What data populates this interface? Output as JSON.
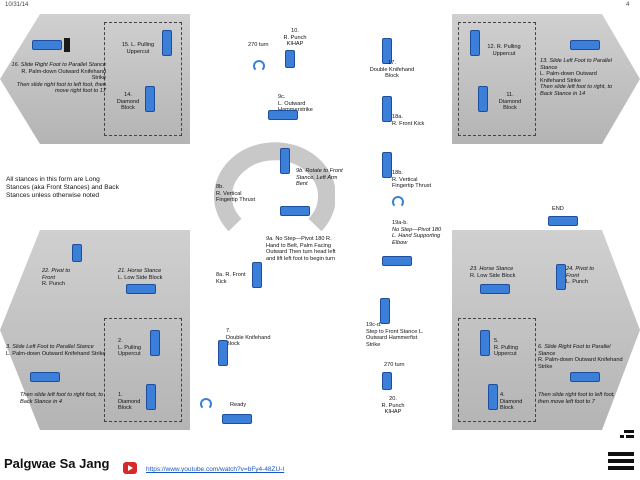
{
  "header": {
    "date": "10/31/14",
    "page_number": "4"
  },
  "title": "Palgwae Sa Jang",
  "video_url": "https://www.youtube.com/watch?v=bFy4-48ZU-I",
  "note": "All stances in this form are Long Stances (aka Front Stances) and Back Stances unless otherwise noted",
  "steps": {
    "s10": {
      "num": "10.",
      "desc": "R. Punch",
      "extra": "KIHAP"
    },
    "s10_turn": "270 turn",
    "s9c": {
      "num": "9c.",
      "desc": "L. Outward Hammerstrike"
    },
    "s9b": {
      "num": "9b.",
      "desc": "Rotate to Front Stance, Left Arm Bent"
    },
    "s9a": {
      "num": "9a.",
      "desc": "No Step—Pivot 180 R. Hand to Belt, Palm Facing Outward Then turn head left and lift left foot to begin turn"
    },
    "s8b": {
      "num": "8b.",
      "desc": "R. Vertical Fingertip Thrust"
    },
    "s8a": {
      "num": "8a.",
      "desc": "R. Front Kick"
    },
    "s7": {
      "num": "7.",
      "desc": "Double Knifehand Block"
    },
    "ready": "Ready",
    "s17": {
      "num": "17.",
      "desc": "Double Knifehand Block"
    },
    "s18a": {
      "num": "18a.",
      "desc": "R. Front Kick"
    },
    "s18b": {
      "num": "18b.",
      "desc": "R. Vertical Fingertip Thrust"
    },
    "s19ab": {
      "num": "19a-b.",
      "desc": "No Step—Pivot 180 L. Hand Supporting Elbow"
    },
    "s19cd": {
      "num": "19c-d.",
      "desc": "Step to Front Stance L. Outward Hammerfist Strike"
    },
    "s20_turn": "270 turn",
    "s20": {
      "num": "20.",
      "desc": "R. Punch",
      "extra": "KIHAP"
    },
    "end": "END",
    "s16": {
      "num": "16.",
      "desc_it": "Slide Right Foot to Parallel Stance",
      "desc": "R. Palm-down Outward Knifehand Strike",
      "desc_it2": "Then slide right foot to left foot, then move right foot to 17"
    },
    "s15": {
      "num": "15.",
      "desc": "L. Pulling Uppercut"
    },
    "s14": {
      "num": "14.",
      "desc": "Diamond Block"
    },
    "s12": {
      "num": "12.",
      "desc": "R. Pulling Uppercut"
    },
    "s13": {
      "num": "13.",
      "desc_it": "Slide Left Foot to Parallel Stance",
      "desc": "L. Palm-down Outward Knifehand Strike",
      "desc_it2": "Then slide left foot to right, to Back Stance in 14"
    },
    "s11": {
      "num": "11.",
      "desc": "Diamond Block"
    },
    "s22": {
      "num": "22.",
      "desc_it": "Pivot to Front",
      "desc": "R. Punch"
    },
    "s21": {
      "num": "21.",
      "desc_it": "Horse Stance",
      "desc": "L. Low Side Block"
    },
    "s3": {
      "num": "3.",
      "desc_it": "Slide Left Foot to Parallel Stance",
      "desc": "L. Palm-down Outward Knifehand Strike",
      "desc_it2": "Then slide left foot to right foot, to Back Stance in 4"
    },
    "s2": {
      "num": "2.",
      "desc": "L. Pulling Uppercut"
    },
    "s1": {
      "num": "1.",
      "desc": "Diamond Block"
    },
    "s23": {
      "num": "23.",
      "desc_it": "Horse Stance",
      "desc": "R. Low Side Block"
    },
    "s24": {
      "num": "24.",
      "desc_it": "Pivot to Front",
      "desc": "L. Punch"
    },
    "s5": {
      "num": "5.",
      "desc": "R. Pulling Uppercut"
    },
    "s6": {
      "num": "6.",
      "desc_it": "Slide Right Foot to Parallel Stance",
      "desc": "R. Palm-down Outward Knifehand Strike",
      "desc_it2": "Then slide right foot to left foot, then move left foot to 7"
    },
    "s4": {
      "num": "4.",
      "desc": "Diamond Block"
    }
  },
  "colors": {
    "figure": "#3b7fd8",
    "panel": "#c0c0c0",
    "foot": "#1a1a1a"
  },
  "icons": {
    "youtube": "play-icon",
    "trigram": "trigram-icon"
  }
}
